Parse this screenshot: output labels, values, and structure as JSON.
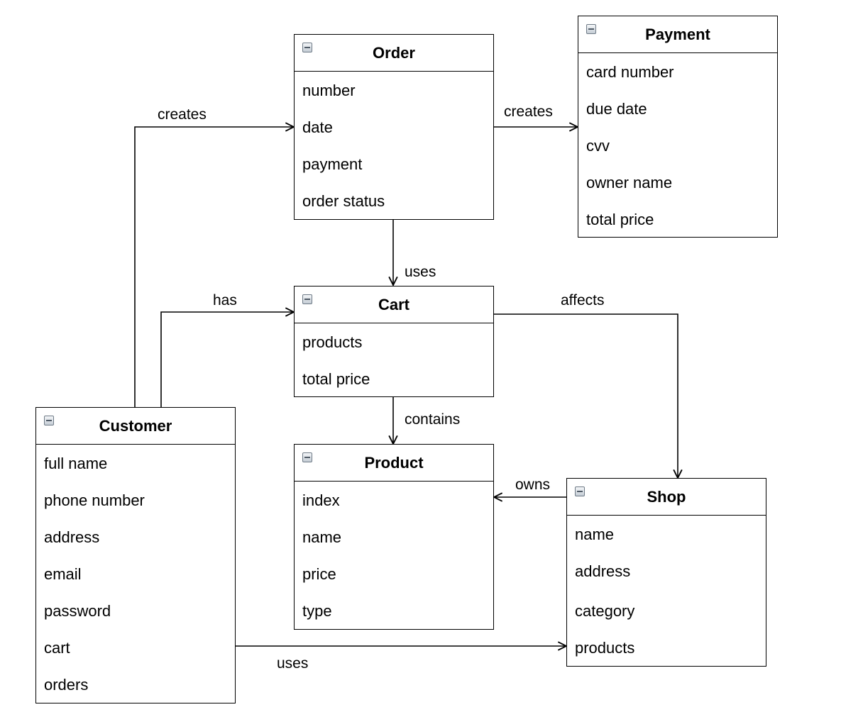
{
  "entities": {
    "order": {
      "title": "Order",
      "attributes": [
        "number",
        "date",
        "payment",
        "order status"
      ]
    },
    "payment": {
      "title": "Payment",
      "attributes": [
        "card number",
        "due date",
        "cvv",
        "owner name",
        "total price"
      ]
    },
    "cart": {
      "title": "Cart",
      "attributes": [
        "products",
        "total price"
      ]
    },
    "product": {
      "title": "Product",
      "attributes": [
        "index",
        "name",
        "price",
        "type"
      ]
    },
    "shop": {
      "title": "Shop",
      "attributes": [
        "name",
        "address",
        "category",
        "products"
      ]
    },
    "customer": {
      "title": "Customer",
      "attributes": [
        "full name",
        "phone number",
        "address",
        "email",
        "password",
        "cart",
        "orders"
      ]
    }
  },
  "relations": {
    "customer_order": "creates",
    "order_payment": "creates",
    "order_cart": "uses",
    "customer_cart": "has",
    "cart_shop": "affects",
    "cart_product": "contains",
    "shop_product": "owns",
    "customer_shop": "uses"
  }
}
